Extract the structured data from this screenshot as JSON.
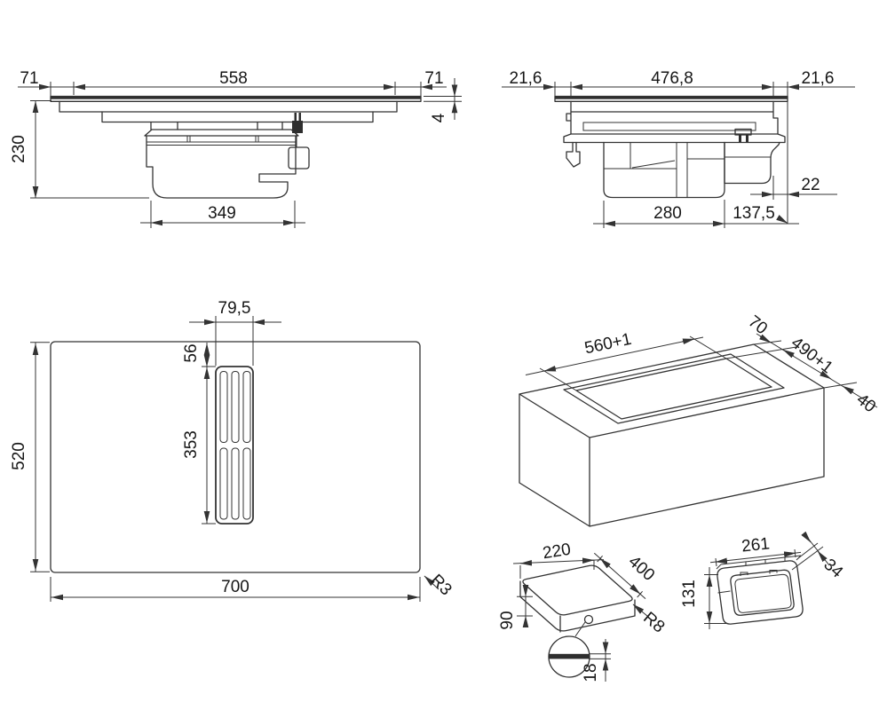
{
  "views": {
    "front": {
      "left_overhang": "71",
      "glass_width": "558",
      "right_overhang": "71",
      "height_below_top": "230",
      "glass_thickness": "4",
      "duct_box_width": "349"
    },
    "side": {
      "left_inset": "21,6",
      "body_width": "476,8",
      "right_inset": "21,6",
      "rear_offset": "22",
      "motor_box_width": "280",
      "motor_box_offset": "137,5"
    },
    "plan": {
      "vent_cutout_width": "79,5",
      "vent_offset_from_edge": "56",
      "vent_cutout_length": "353",
      "hob_depth": "520",
      "hob_width": "700",
      "corner_radius": "R3"
    },
    "worktop_cutout": {
      "cutout_length": "560+1",
      "rear_margin": "70",
      "cutout_depth": "490+1",
      "extra_margin": "40"
    },
    "duct": {
      "width": "220",
      "length": "400",
      "height": "90",
      "corner_radius": "R8",
      "wall_height": "18"
    },
    "flange": {
      "width": "261",
      "height": "131",
      "depth": "34"
    }
  }
}
